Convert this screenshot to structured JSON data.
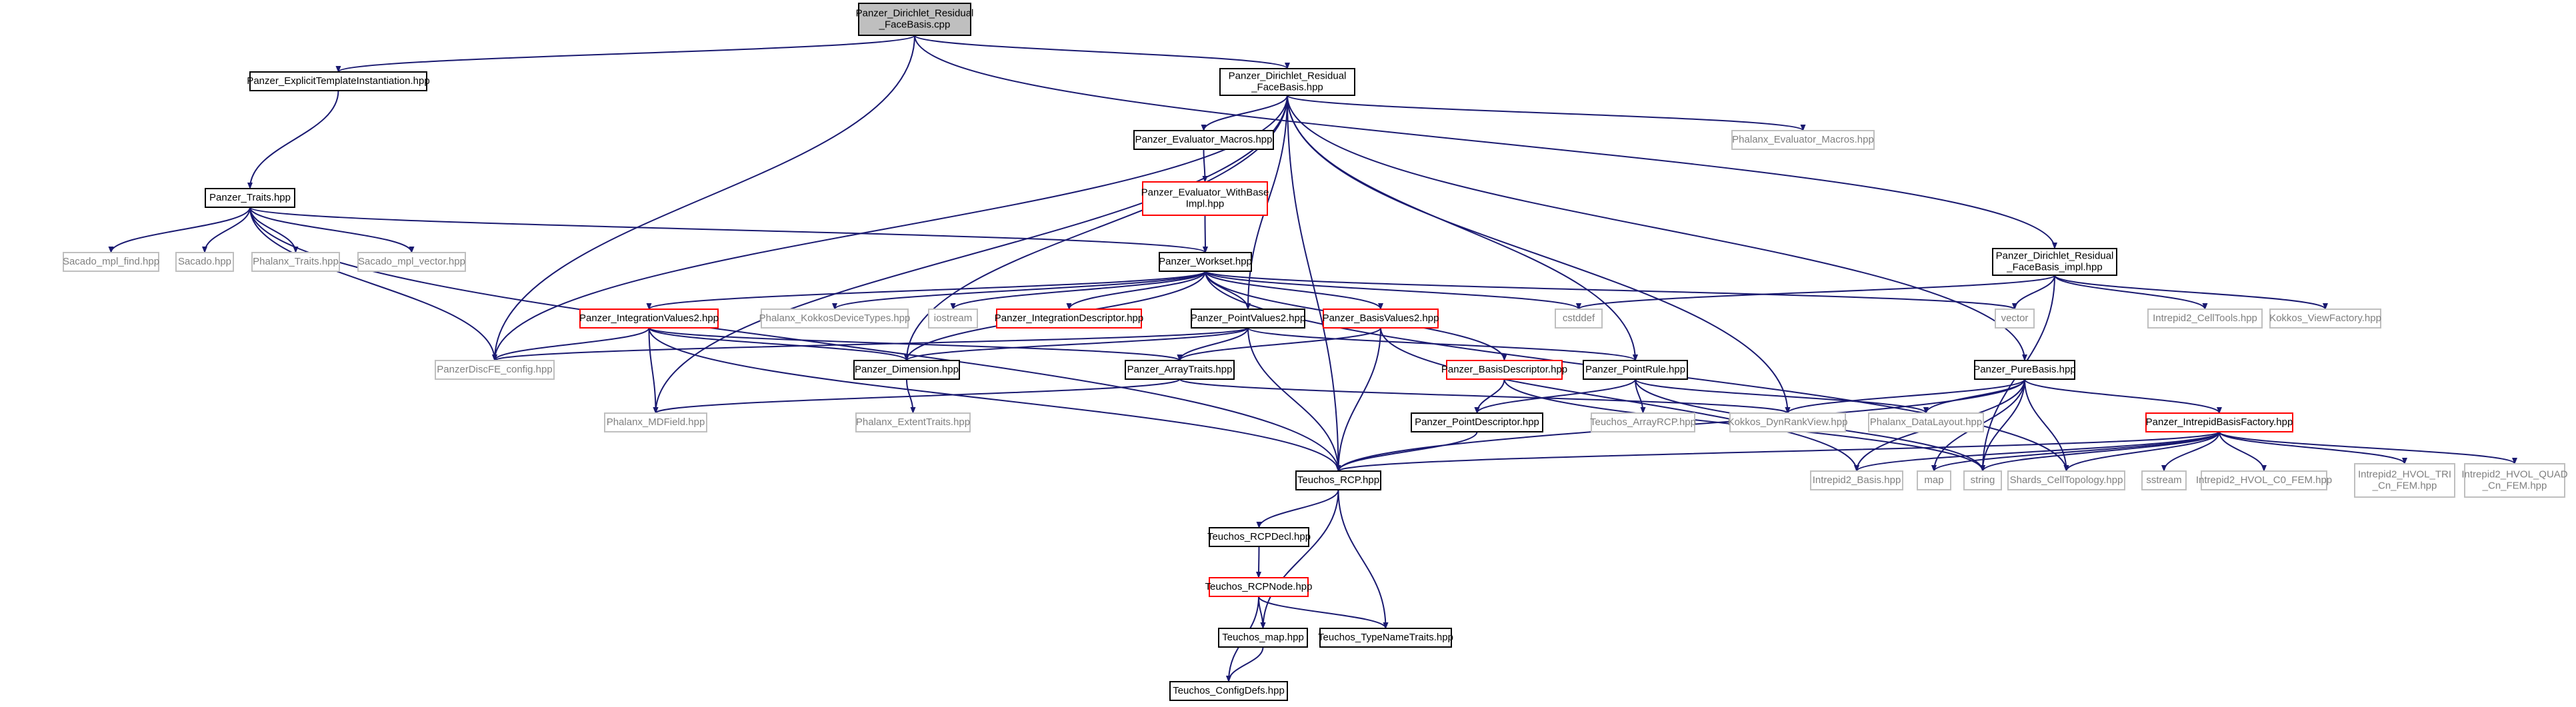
{
  "graph": {
    "colors": {
      "edge": "#191970",
      "root_fill": "#bfbfbf",
      "root_stroke": "#000000",
      "normal_stroke": "#000000",
      "truncated_stroke": "#ff0000",
      "external_stroke": "#bfbfbf",
      "external_text": "#7f7f7f",
      "text": "#000000"
    },
    "nodes": [
      {
        "id": "root",
        "style": "root",
        "lines": [
          "Panzer_Dirichlet_Residual",
          "_FaceBasis.cpp"
        ]
      },
      {
        "id": "expl",
        "style": "normal",
        "lines": [
          "Panzer_ExplicitTemplateInstantiation.hpp"
        ]
      },
      {
        "id": "hpp",
        "style": "normal",
        "lines": [
          "Panzer_Dirichlet_Residual",
          "_FaceBasis.hpp"
        ]
      },
      {
        "id": "evalmacros",
        "style": "normal",
        "lines": [
          "Panzer_Evaluator_Macros.hpp"
        ]
      },
      {
        "id": "phxevalmacros",
        "style": "external",
        "lines": [
          "Phalanx_Evaluator_Macros.hpp"
        ]
      },
      {
        "id": "withbase",
        "style": "truncated",
        "lines": [
          "Panzer_Evaluator_WithBase",
          "Impl.hpp"
        ]
      },
      {
        "id": "traits",
        "style": "normal",
        "lines": [
          "Panzer_Traits.hpp"
        ]
      },
      {
        "id": "mplfind",
        "style": "external",
        "lines": [
          "Sacado_mpl_find.hpp"
        ]
      },
      {
        "id": "sacado",
        "style": "external",
        "lines": [
          "Sacado.hpp"
        ]
      },
      {
        "id": "phxtraits",
        "style": "external",
        "lines": [
          "Phalanx_Traits.hpp"
        ]
      },
      {
        "id": "mplvector",
        "style": "external",
        "lines": [
          "Sacado_mpl_vector.hpp"
        ]
      },
      {
        "id": "workset",
        "style": "normal",
        "lines": [
          "Panzer_Workset.hpp"
        ]
      },
      {
        "id": "impl",
        "style": "normal",
        "lines": [
          "Panzer_Dirichlet_Residual",
          "_FaceBasis_impl.hpp"
        ]
      },
      {
        "id": "intval",
        "style": "truncated",
        "lines": [
          "Panzer_IntegrationValues2.hpp"
        ]
      },
      {
        "id": "kokkosdev",
        "style": "external",
        "lines": [
          "Phalanx_KokkosDeviceTypes.hpp"
        ]
      },
      {
        "id": "iostream",
        "style": "external",
        "lines": [
          "iostream"
        ]
      },
      {
        "id": "intdesc",
        "style": "truncated",
        "lines": [
          "Panzer_IntegrationDescriptor.hpp"
        ]
      },
      {
        "id": "ptval",
        "style": "normal",
        "lines": [
          "Panzer_PointValues2.hpp"
        ]
      },
      {
        "id": "basval",
        "style": "truncated",
        "lines": [
          "Panzer_BasisValues2.hpp"
        ]
      },
      {
        "id": "cstddef",
        "style": "external",
        "lines": [
          "cstddef"
        ]
      },
      {
        "id": "vector",
        "style": "external",
        "lines": [
          "vector"
        ]
      },
      {
        "id": "celltools",
        "style": "external",
        "lines": [
          "Intrepid2_CellTools.hpp"
        ]
      },
      {
        "id": "viewfactory",
        "style": "external",
        "lines": [
          "Kokkos_ViewFactory.hpp"
        ]
      },
      {
        "id": "discfe",
        "style": "external",
        "lines": [
          "PanzerDiscFE_config.hpp"
        ]
      },
      {
        "id": "dimension",
        "style": "normal",
        "lines": [
          "Panzer_Dimension.hpp"
        ]
      },
      {
        "id": "arraytraits",
        "style": "normal",
        "lines": [
          "Panzer_ArrayTraits.hpp"
        ]
      },
      {
        "id": "basdesc",
        "style": "truncated",
        "lines": [
          "Panzer_BasisDescriptor.hpp"
        ]
      },
      {
        "id": "ptrule",
        "style": "normal",
        "lines": [
          "Panzer_PointRule.hpp"
        ]
      },
      {
        "id": "purebasis",
        "style": "normal",
        "lines": [
          "Panzer_PureBasis.hpp"
        ]
      },
      {
        "id": "mdfield",
        "style": "external",
        "lines": [
          "Phalanx_MDField.hpp"
        ]
      },
      {
        "id": "extent",
        "style": "external",
        "lines": [
          "Phalanx_ExtentTraits.hpp"
        ]
      },
      {
        "id": "ptdesc",
        "style": "normal",
        "lines": [
          "Panzer_PointDescriptor.hpp"
        ]
      },
      {
        "id": "arrayrcp",
        "style": "external",
        "lines": [
          "Teuchos_ArrayRCP.hpp"
        ]
      },
      {
        "id": "dynrank",
        "style": "external",
        "lines": [
          "Kokkos_DynRankView.hpp"
        ]
      },
      {
        "id": "datalayout",
        "style": "external",
        "lines": [
          "Phalanx_DataLayout.hpp"
        ]
      },
      {
        "id": "factory",
        "style": "truncated",
        "lines": [
          "Panzer_IntrepidBasisFactory.hpp"
        ]
      },
      {
        "id": "rcp",
        "style": "normal",
        "lines": [
          "Teuchos_RCP.hpp"
        ]
      },
      {
        "id": "basis",
        "style": "external",
        "lines": [
          "Intrepid2_Basis.hpp"
        ]
      },
      {
        "id": "map",
        "style": "external",
        "lines": [
          "map"
        ]
      },
      {
        "id": "string",
        "style": "external",
        "lines": [
          "string"
        ]
      },
      {
        "id": "shards",
        "style": "external",
        "lines": [
          "Shards_CellTopology.hpp"
        ]
      },
      {
        "id": "sstream",
        "style": "external",
        "lines": [
          "sstream"
        ]
      },
      {
        "id": "hvolc0",
        "style": "external",
        "lines": [
          "Intrepid2_HVOL_C0_FEM.hpp"
        ]
      },
      {
        "id": "hvoltri",
        "style": "external",
        "lines": [
          "Intrepid2_HVOL_TRI",
          "_Cn_FEM.hpp"
        ]
      },
      {
        "id": "hvolquad",
        "style": "external",
        "lines": [
          "Intrepid2_HVOL_QUAD",
          "_Cn_FEM.hpp"
        ]
      },
      {
        "id": "rcpdecl",
        "style": "normal",
        "lines": [
          "Teuchos_RCPDecl.hpp"
        ]
      },
      {
        "id": "rcpnode",
        "style": "truncated",
        "lines": [
          "Teuchos_RCPNode.hpp"
        ]
      },
      {
        "id": "tmap",
        "style": "normal",
        "lines": [
          "Teuchos_map.hpp"
        ]
      },
      {
        "id": "typename",
        "style": "normal",
        "lines": [
          "Teuchos_TypeNameTraits.hpp"
        ]
      },
      {
        "id": "configdefs",
        "style": "normal",
        "lines": [
          "Teuchos_ConfigDefs.hpp"
        ]
      }
    ],
    "edges": [
      [
        "root",
        "expl"
      ],
      [
        "root",
        "hpp"
      ],
      [
        "root",
        "discfe"
      ],
      [
        "root",
        "impl"
      ],
      [
        "expl",
        "traits"
      ],
      [
        "hpp",
        "evalmacros"
      ],
      [
        "hpp",
        "phxevalmacros"
      ],
      [
        "hpp",
        "discfe"
      ],
      [
        "hpp",
        "mdfield"
      ],
      [
        "hpp",
        "dimension"
      ],
      [
        "hpp",
        "ptval"
      ],
      [
        "hpp",
        "rcp"
      ],
      [
        "hpp",
        "ptrule"
      ],
      [
        "hpp",
        "dynrank"
      ],
      [
        "hpp",
        "purebasis"
      ],
      [
        "evalmacros",
        "withbase"
      ],
      [
        "withbase",
        "workset"
      ],
      [
        "traits",
        "mplfind"
      ],
      [
        "traits",
        "sacado"
      ],
      [
        "traits",
        "phxtraits"
      ],
      [
        "traits",
        "mplvector"
      ],
      [
        "traits",
        "workset"
      ],
      [
        "traits",
        "discfe"
      ],
      [
        "traits",
        "rcp"
      ],
      [
        "workset",
        "intval"
      ],
      [
        "workset",
        "kokkosdev"
      ],
      [
        "workset",
        "iostream"
      ],
      [
        "workset",
        "intdesc"
      ],
      [
        "workset",
        "ptval"
      ],
      [
        "workset",
        "basval"
      ],
      [
        "workset",
        "cstddef"
      ],
      [
        "workset",
        "vector"
      ],
      [
        "workset",
        "dimension"
      ],
      [
        "workset",
        "basdesc"
      ],
      [
        "workset",
        "shards"
      ],
      [
        "impl",
        "cstddef"
      ],
      [
        "impl",
        "vector"
      ],
      [
        "impl",
        "celltools"
      ],
      [
        "impl",
        "viewfactory"
      ],
      [
        "impl",
        "string"
      ],
      [
        "intval",
        "discfe"
      ],
      [
        "intval",
        "dimension"
      ],
      [
        "intval",
        "arraytraits"
      ],
      [
        "intval",
        "mdfield"
      ],
      [
        "intval",
        "rcp"
      ],
      [
        "ptval",
        "discfe"
      ],
      [
        "ptval",
        "dimension"
      ],
      [
        "ptval",
        "arraytraits"
      ],
      [
        "ptval",
        "ptrule"
      ],
      [
        "ptval",
        "rcp"
      ],
      [
        "basval",
        "arraytraits"
      ],
      [
        "basval",
        "rcp"
      ],
      [
        "basval",
        "basis"
      ],
      [
        "arraytraits",
        "mdfield"
      ],
      [
        "arraytraits",
        "dynrank"
      ],
      [
        "dimension",
        "extent"
      ],
      [
        "basdesc",
        "ptdesc"
      ],
      [
        "basdesc",
        "string"
      ],
      [
        "ptrule",
        "ptdesc"
      ],
      [
        "ptrule",
        "arrayrcp"
      ],
      [
        "ptrule",
        "datalayout"
      ],
      [
        "ptrule",
        "string"
      ],
      [
        "ptdesc",
        "rcp"
      ],
      [
        "purebasis",
        "dynrank"
      ],
      [
        "purebasis",
        "datalayout"
      ],
      [
        "purebasis",
        "factory"
      ],
      [
        "purebasis",
        "rcp"
      ],
      [
        "purebasis",
        "basis"
      ],
      [
        "purebasis",
        "map"
      ],
      [
        "purebasis",
        "string"
      ],
      [
        "purebasis",
        "shards"
      ],
      [
        "factory",
        "rcp"
      ],
      [
        "factory",
        "basis"
      ],
      [
        "factory",
        "map"
      ],
      [
        "factory",
        "string"
      ],
      [
        "factory",
        "shards"
      ],
      [
        "factory",
        "sstream"
      ],
      [
        "factory",
        "hvolc0"
      ],
      [
        "factory",
        "hvoltri"
      ],
      [
        "factory",
        "hvolquad"
      ],
      [
        "rcp",
        "rcpdecl"
      ],
      [
        "rcp",
        "tmap"
      ],
      [
        "rcp",
        "typename"
      ],
      [
        "rcpdecl",
        "rcpnode"
      ],
      [
        "rcpnode",
        "tmap"
      ],
      [
        "rcpnode",
        "typename"
      ],
      [
        "rcpnode",
        "configdefs"
      ],
      [
        "tmap",
        "configdefs"
      ]
    ]
  }
}
